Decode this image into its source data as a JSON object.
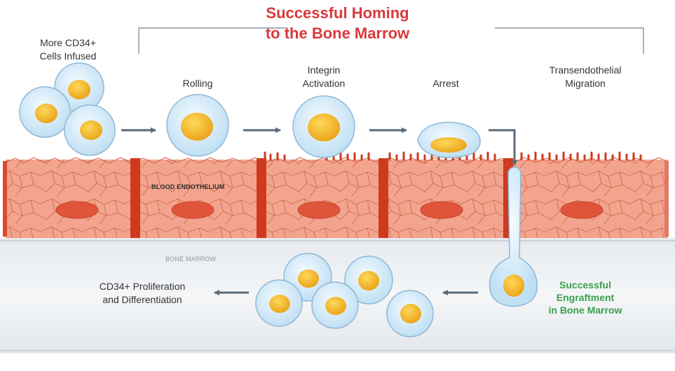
{
  "title": {
    "line1": "Successful Homing",
    "line2": "to the Bone Marrow"
  },
  "start_label": {
    "line1": "More CD34+",
    "line2": "Cells Infused"
  },
  "steps": [
    {
      "line1": "Rolling",
      "line2": ""
    },
    {
      "line1": "Integrin",
      "line2": "Activation"
    },
    {
      "line1": "Arrest",
      "line2": ""
    },
    {
      "line1": "Transendothelial",
      "line2": "Migration"
    }
  ],
  "layers": {
    "endothelium": "BLOOD ENDOTHELIUM",
    "marrow": "BONE MARROW"
  },
  "engraftment": {
    "line1": "Successful",
    "line2": "Engraftment",
    "line3": "in Bone Marrow"
  },
  "outcome": {
    "line1": "CD34+ Proliferation",
    "line2": "and Differentiation"
  },
  "colors": {
    "title": "#d9393b",
    "engraftment": "#3aa04a",
    "endothelium": "#f2a48e",
    "junction": "#cf3a1f",
    "cell_membrane": "#d8ecf9",
    "nucleus": "#f1b823"
  }
}
